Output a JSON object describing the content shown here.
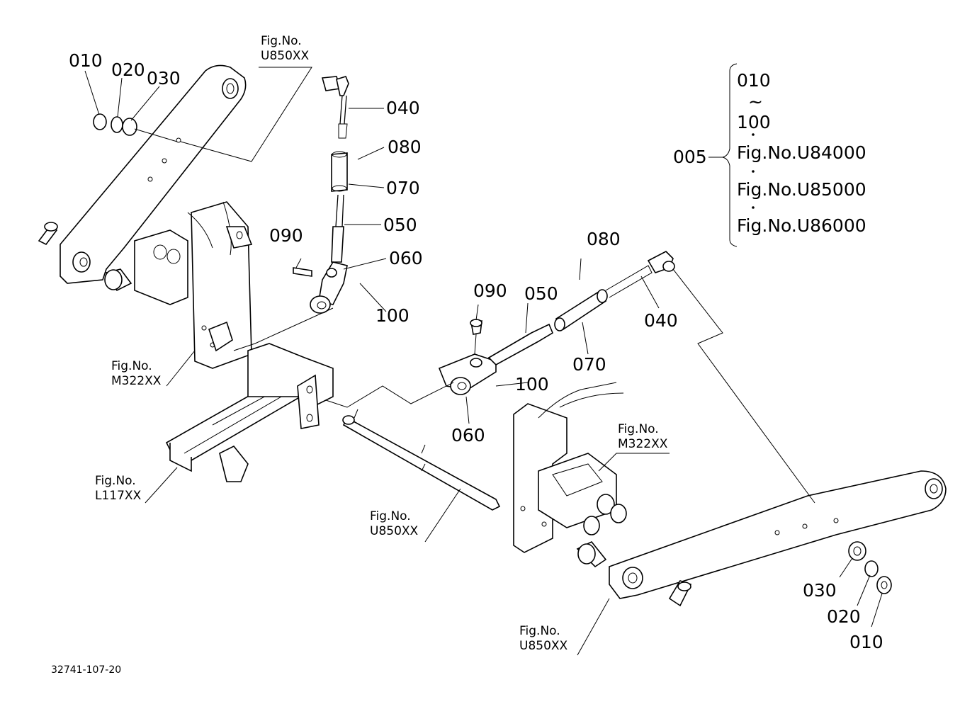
{
  "document_id": "32741-107-20",
  "legend": {
    "ref": "005",
    "lines": [
      "010",
      "~",
      "100",
      "Fig.No.U84000",
      "Fig.No.U85000",
      "Fig.No.U86000"
    ]
  },
  "left_assembly": {
    "callouts": {
      "p010": "010",
      "p020": "020",
      "p030": "030",
      "p040": "040",
      "p050": "050",
      "p060": "060",
      "p070": "070",
      "p080": "080",
      "p090": "090",
      "p100": "100"
    },
    "fig_refs": {
      "top_lift_arm": [
        "Fig.No.",
        "U850XX"
      ],
      "bracket": [
        "Fig.No.",
        "M322XX"
      ],
      "frame": [
        "Fig.No.",
        "L117XX"
      ]
    }
  },
  "right_assembly": {
    "callouts": {
      "p010": "010",
      "p020": "020",
      "p030": "030",
      "p040": "040",
      "p050": "050",
      "p060": "060",
      "p070": "070",
      "p080": "080",
      "p090": "090",
      "p100": "100"
    },
    "fig_refs": {
      "shaft": [
        "Fig.No.",
        "U850XX"
      ],
      "bracket": [
        "Fig.No.",
        "M322XX"
      ],
      "lower_arm": [
        "Fig.No.",
        "U850XX"
      ]
    }
  }
}
